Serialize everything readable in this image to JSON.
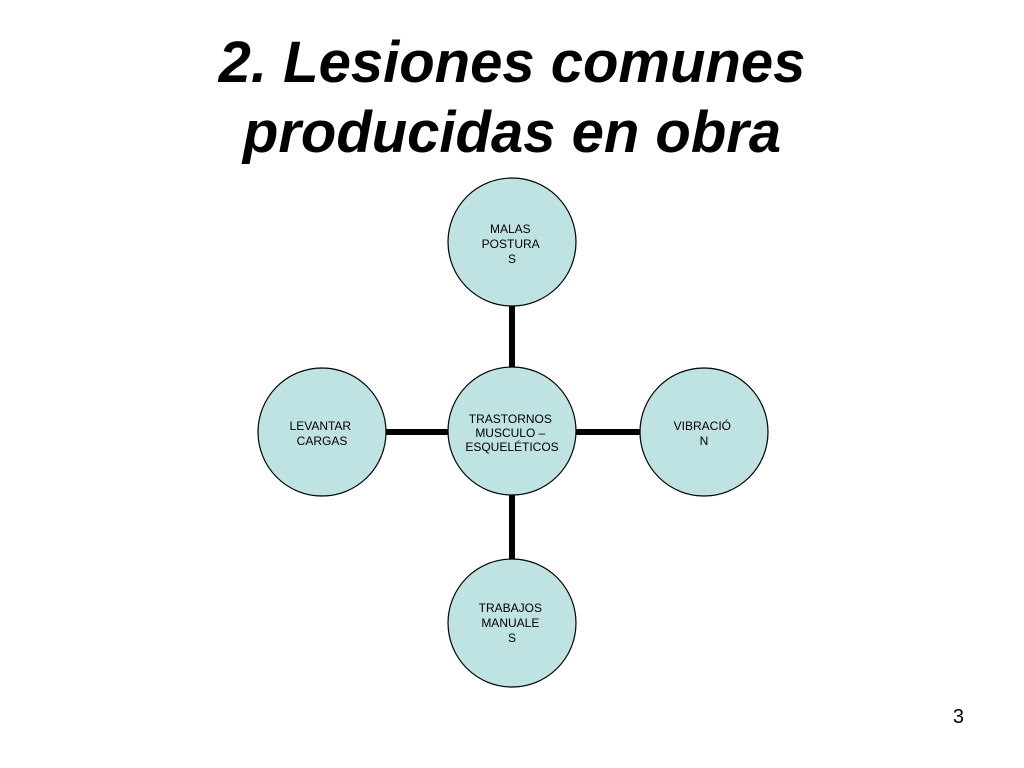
{
  "slide": {
    "title_line1": "2. Lesiones comunes",
    "title_line2": "producidas en obra",
    "page_number": "3"
  },
  "diagram": {
    "fill_color": "#bfe3e2",
    "stroke_color": "#000000",
    "center": {
      "lines": [
        "TRASTORNOS",
        "MUSCULO –",
        "ESQUELÉTICOS"
      ]
    },
    "top": {
      "lines": [
        "MALAS",
        "POSTURA",
        "S"
      ]
    },
    "right": {
      "lines": [
        "VIBRACIÓ",
        "N"
      ]
    },
    "bottom": {
      "lines": [
        "TRABAJOS",
        "MANUALE",
        "S"
      ]
    },
    "left": {
      "lines": [
        "LEVANTAR",
        "CARGAS"
      ]
    }
  }
}
